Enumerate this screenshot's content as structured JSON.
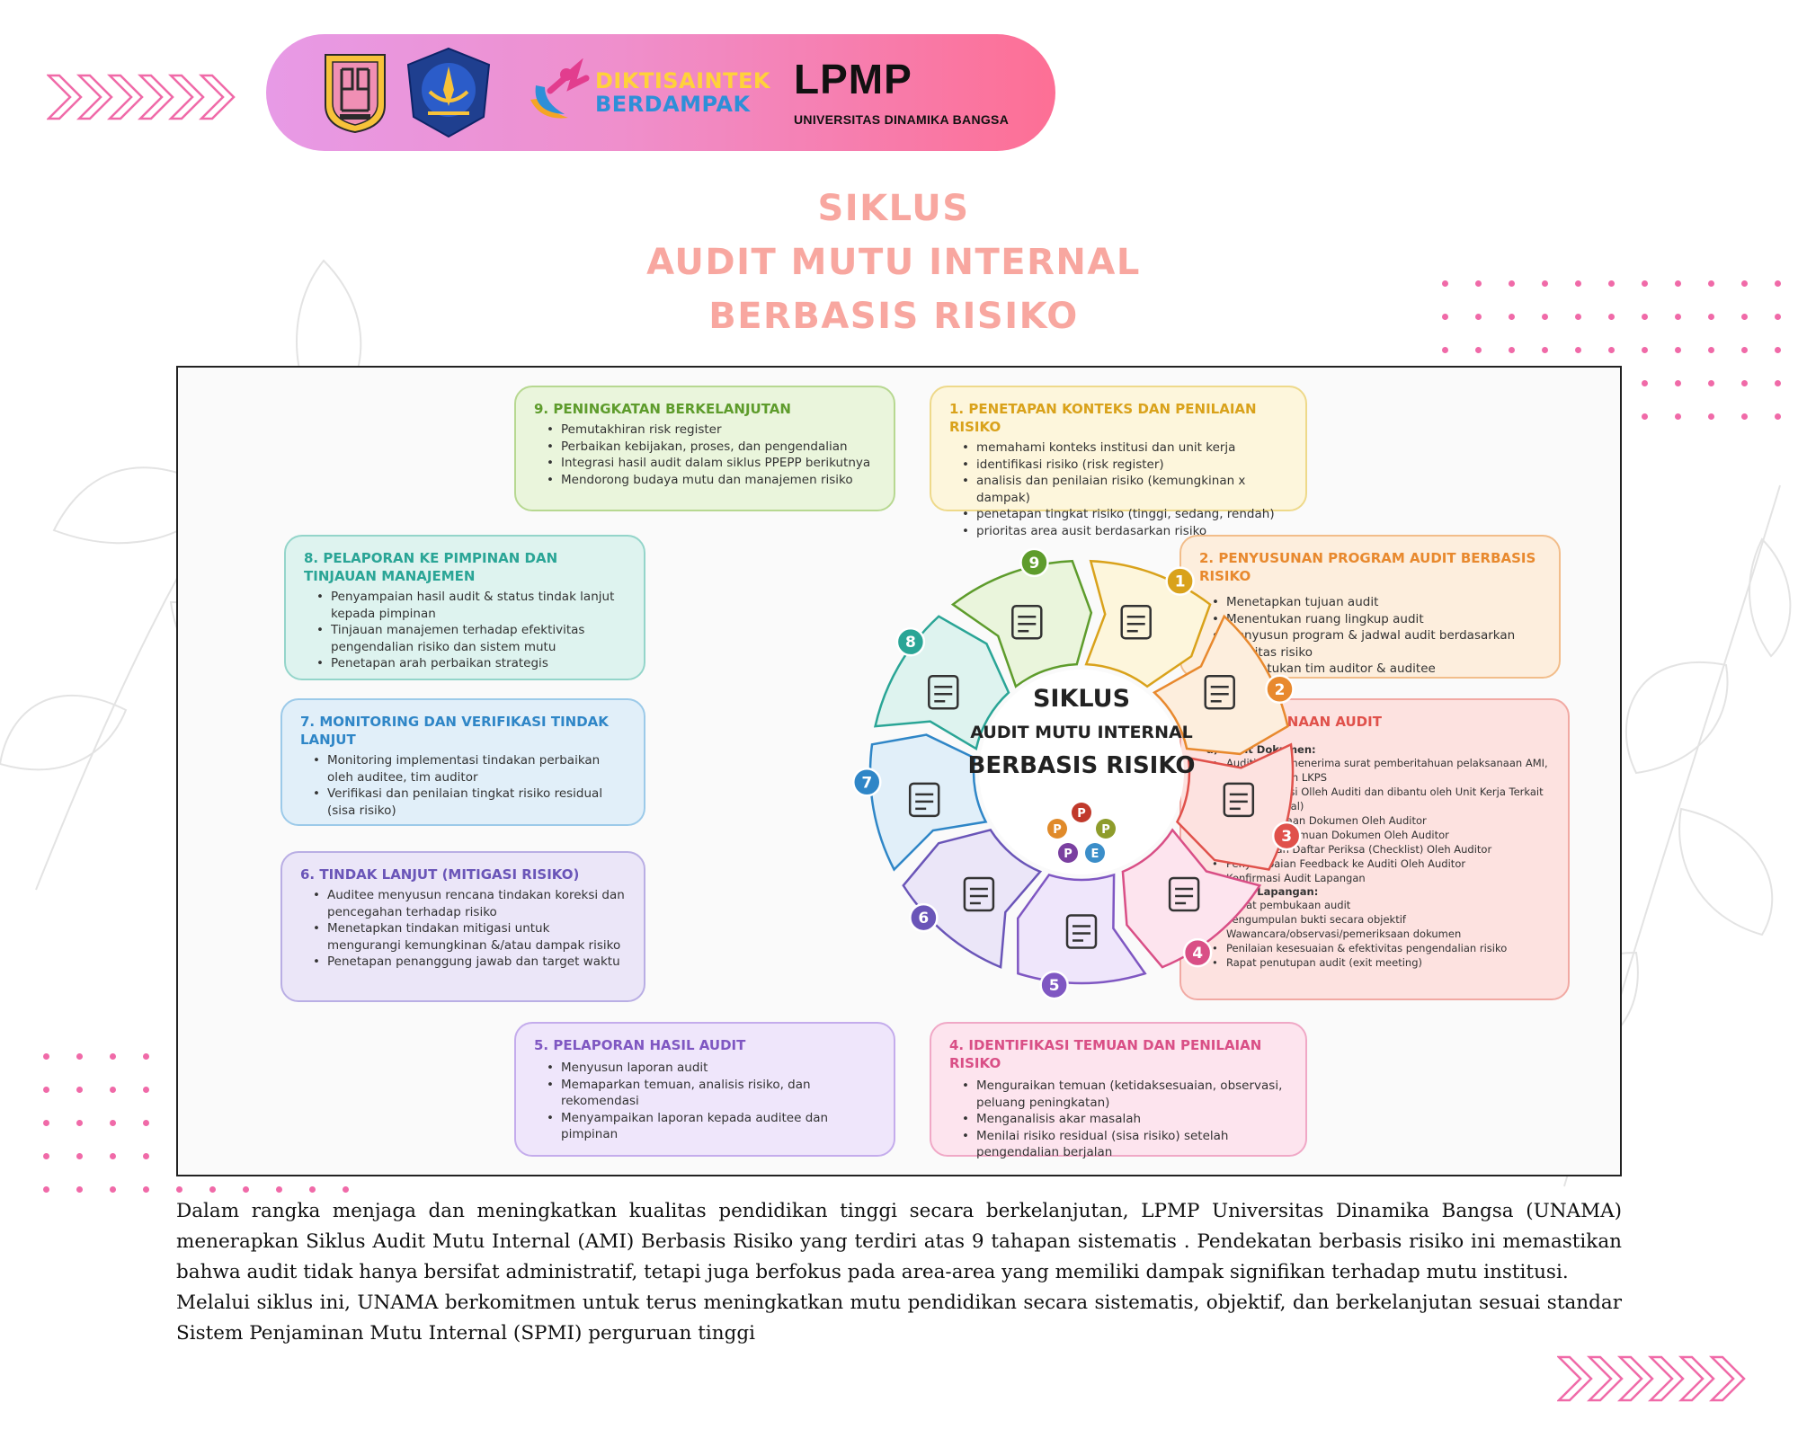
{
  "header": {
    "logos": [
      "unama-logo",
      "tut-wuri-handayani-logo",
      "diktisaintek-logo"
    ],
    "dikti_line1": "DIKTISAINTEK",
    "dikti_line2": "BERDAMPAK",
    "lpmp_title": "LPMP",
    "lpmp_subtitle": "UNIVERSITAS DINAMIKA BANGSA"
  },
  "title": {
    "line1": "SIKLUS",
    "line2": "AUDIT MUTU INTERNAL",
    "line3": "BERBASIS RISIKO"
  },
  "diagram": {
    "center": {
      "line1": "SIKLUS",
      "line2": "AUDIT MUTU INTERNAL",
      "line3": "BERBASIS RISIKO",
      "ppepp": [
        "P",
        "P",
        "E",
        "P",
        "P"
      ]
    },
    "steps": [
      {
        "number": "1",
        "title": "1. PENETAPAN KONTEKS DAN PENILAIAN RISIKO",
        "color": "#d9a21b",
        "bg": "#fdf6dc",
        "border": "#eed98a",
        "items": [
          "memahami konteks institusi dan unit kerja",
          "identifikasi risiko (risk register)",
          "analisis dan penilaian risiko (kemungkinan x dampak)",
          "penetapan tingkat risiko (tinggi, sedang, rendah)",
          "prioritas area ausit berdasarkan risiko"
        ]
      },
      {
        "number": "2",
        "title": "2. PENYUSUNAN PROGRAM AUDIT BERBASIS RISIKO",
        "color": "#e8892e",
        "bg": "#fdeedd",
        "border": "#f2bd8a",
        "items": [
          "Menetapkan tujuan audit",
          "Menentukan ruang lingkup audit",
          "Menyusun program & jadwal audit berdasarkan prioritas risiko",
          "Menentukan tim auditor & auditee"
        ]
      },
      {
        "number": "3",
        "title": "3. PELAKSANAAN AUDIT",
        "color": "#e0514b",
        "bg": "#fde2e0",
        "border": "#f1a9a3",
        "sub_a": "a) Audit Dokumen:",
        "items_a": [
          "Auditi akan menerima surat pemberitahuan pelaksanaan AMI, dan Pengisian LKPS",
          "LKPS AMI diisi Olleh Auditi dan dibantu oleh Unit Kerja Terkait (sesuai jadwal)",
          "Pemeriksanaan Dokumen Oleh Auditor",
          "Pencatatan Temuan Dokumen Oleh Auditor",
          "Penyusunan Daftar Periksa (Checklist) Oleh Auditor",
          "Penyampaian Feedback ke Auditi Oleh Auditor",
          "Konfirmasi Audit Lapangan"
        ],
        "sub_b": "b) Audit Lapangan:",
        "items_b": [
          "Rapat pembukaan audit",
          "Pengumpulan bukti secara objektif",
          "Wawancara/observasi/pemeriksaan dokumen",
          "Penilaian kesesuaian & efektivitas pengendalian risiko",
          "Rapat penutupan audit (exit meeting)"
        ]
      },
      {
        "number": "4",
        "title": "4. IDENTIFIKASI TEMUAN DAN PENILAIAN RISIKO",
        "color": "#d94f86",
        "bg": "#fde4ee",
        "border": "#f0a8c6",
        "items": [
          "Menguraikan temuan (ketidaksesuaian, observasi, peluang peningkatan)",
          "Menganalisis akar masalah",
          "Menilai risiko residual (sisa risiko) setelah pengendalian berjalan"
        ]
      },
      {
        "number": "5",
        "title": "5. PELAPORAN HASIL AUDIT",
        "color": "#7f57c2",
        "bg": "#efe6fb",
        "border": "#c4acec",
        "items": [
          "Menyusun laporan audit",
          "Memaparkan temuan, analisis risiko, dan rekomendasi",
          "Menyampaikan laporan kepada auditee dan pimpinan"
        ]
      },
      {
        "number": "6",
        "title": "6. TINDAK LANJUT (MITIGASI RISIKO)",
        "color": "#6a55b8",
        "bg": "#ebe6f8",
        "border": "#b9aee4",
        "items": [
          "Auditee menyusun rencana tindakan koreksi dan pencegahan terhadap risiko",
          "Menetapkan tindakan mitigasi untuk mengurangi kemungkinan &/atau dampak risiko",
          "Penetapan penanggung jawab dan target waktu"
        ]
      },
      {
        "number": "7",
        "title": "7. MONITORING DAN VERIFIKASI TINDAK LANJUT",
        "color": "#2f86c7",
        "bg": "#e1eff9",
        "border": "#9ccae9",
        "items": [
          "Monitoring implementasi tindakan perbaikan oleh auditee, tim auditor",
          "Verifikasi dan penilaian tingkat risiko residual (sisa risiko)"
        ]
      },
      {
        "number": "8",
        "title": "8. PELAPORAN KE PIMPINAN DAN TINJAUAN MANAJEMEN",
        "color": "#2aa596",
        "bg": "#def3ef",
        "border": "#94d5ca",
        "items": [
          "Penyampaian hasil audit & status tindak lanjut kepada pimpinan",
          "Tinjauan manajemen terhadap efektivitas pengendalian risiko dan sistem mutu",
          "Penetapan arah perbaikan strategis"
        ]
      },
      {
        "number": "9",
        "title": "9. PENINGKATAN BERKELANJUTAN",
        "color": "#5e9c2c",
        "bg": "#eaf5dc",
        "border": "#b7d891",
        "items": [
          "Pemutakhiran risk register",
          "Perbaikan kebijakan, proses, dan pengendalian",
          "Integrasi hasil audit dalam siklus PPEPP berikutnya",
          "Mendorong budaya mutu dan manajemen risiko"
        ]
      }
    ]
  },
  "paragraphs": {
    "p1": "Dalam rangka menjaga dan meningkatkan kualitas pendidikan tinggi secara berkelanjutan, LPMP Universitas Dinamika Bangsa (UNAMA) menerapkan Siklus Audit Mutu Internal (AMI) Berbasis Risiko yang terdiri atas 9 tahapan sistematis . Pendekatan berbasis risiko ini memastikan bahwa audit tidak hanya bersifat administratif, tetapi juga berfokus pada area-area yang memiliki dampak signifikan terhadap mutu institusi.",
    "p2": "Melalui siklus ini, UNAMA berkomitmen untuk terus meningkatkan mutu pendidikan secara sistematis, objektif, dan berkelanjutan sesuai standar Sistem Penjaminan Mutu Internal (SPMI) perguruan tinggi"
  },
  "colors": {
    "title": "#f8a7a0",
    "header_gradient_start": "#e79ae6",
    "header_gradient_end": "#fd6f95",
    "decor_pink": "#f06aa8"
  }
}
